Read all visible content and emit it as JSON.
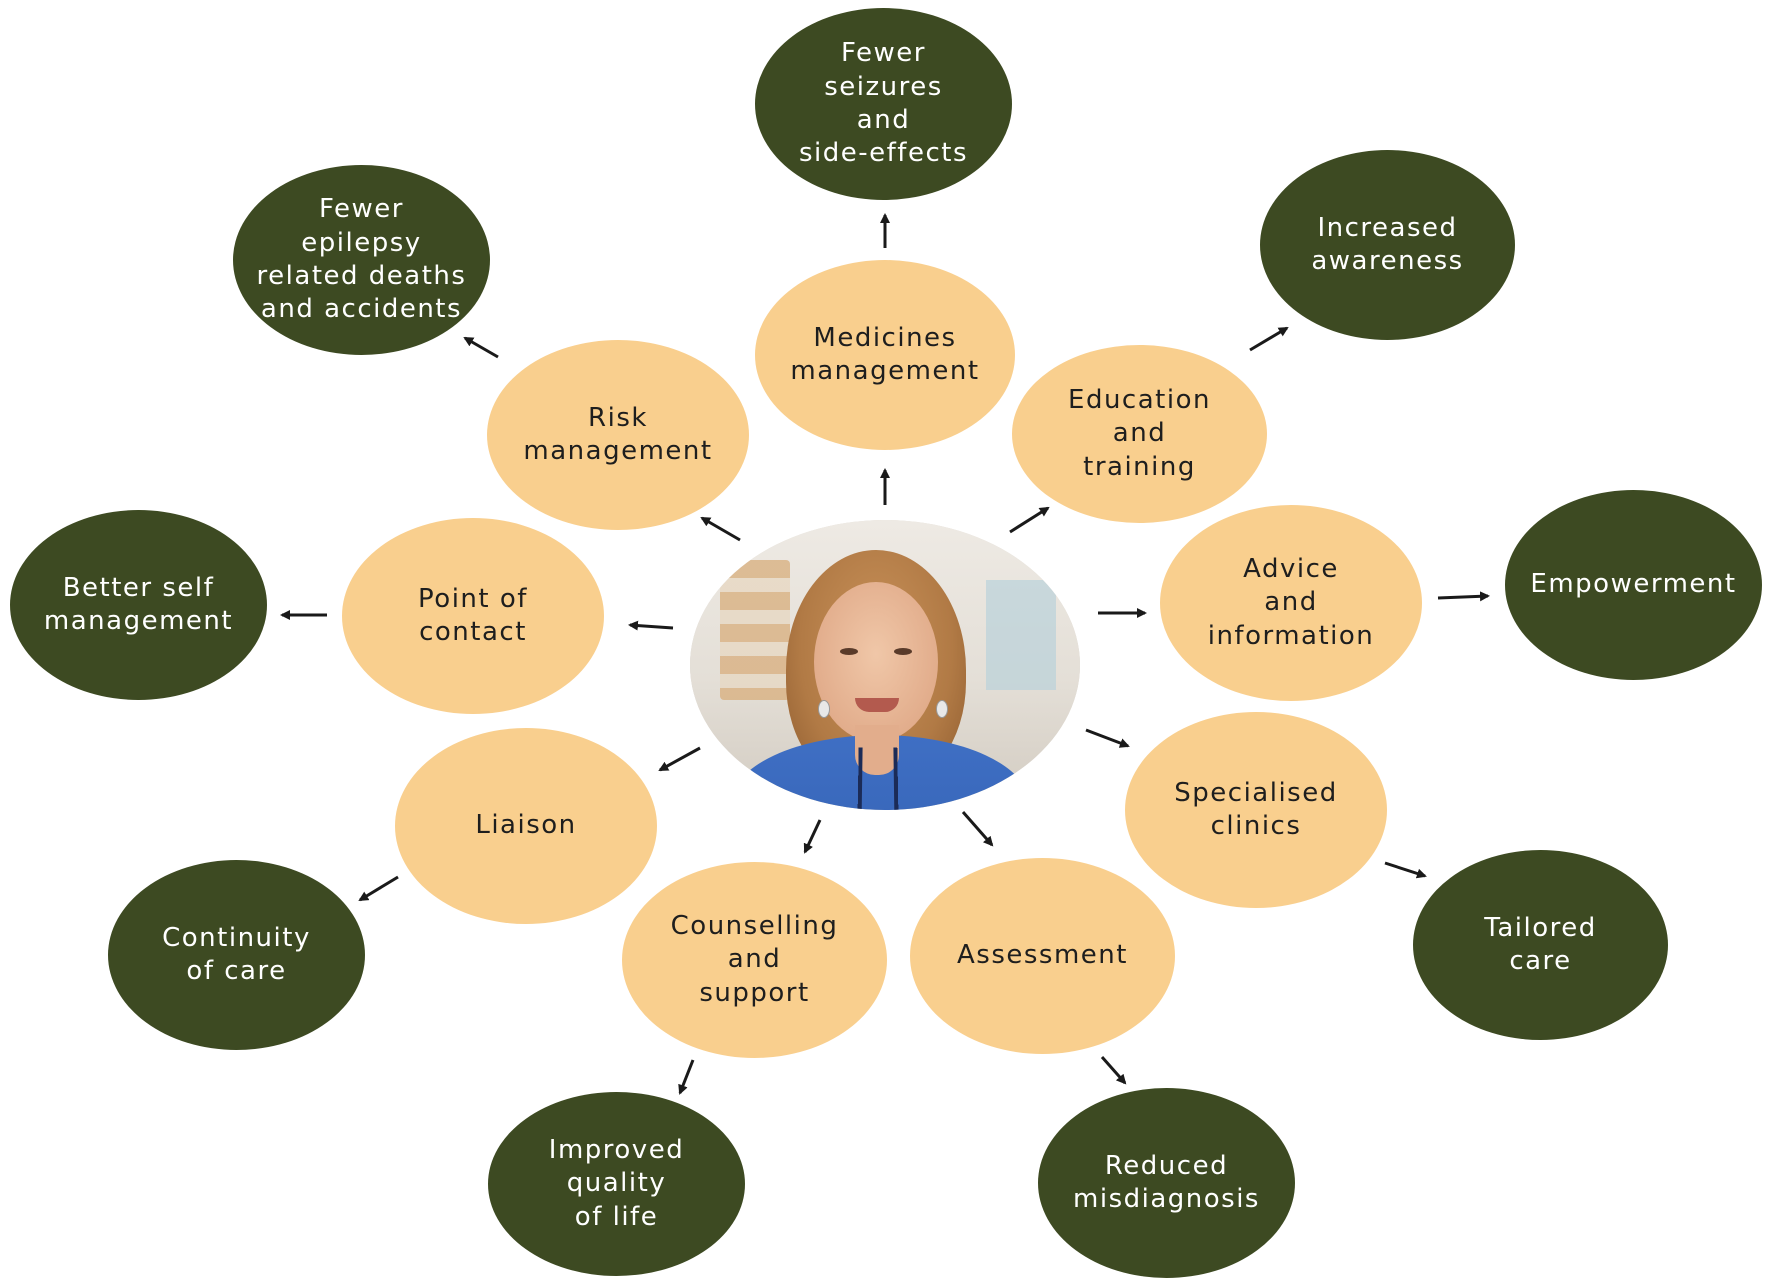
{
  "center_photo": {
    "alt_name": "nurse-portrait"
  },
  "services": [
    {
      "id": "medicines",
      "label": "Medicines\nmanagement"
    },
    {
      "id": "education",
      "label": "Education\nand\ntraining"
    },
    {
      "id": "advice",
      "label": "Advice\nand\ninformation"
    },
    {
      "id": "clinics",
      "label": "Specialised\nclinics"
    },
    {
      "id": "assessment",
      "label": "Assessment"
    },
    {
      "id": "counselling",
      "label": "Counselling\nand\nsupport"
    },
    {
      "id": "liaison",
      "label": "Liaison"
    },
    {
      "id": "contact",
      "label": "Point of\ncontact"
    },
    {
      "id": "risk",
      "label": "Risk\nmanagement"
    }
  ],
  "outcomes": [
    {
      "id": "seizures",
      "label": "Fewer\nseizures\nand\nside-effects"
    },
    {
      "id": "awareness",
      "label": "Increased\nawareness"
    },
    {
      "id": "empowerment",
      "label": "Empowerment"
    },
    {
      "id": "tailored",
      "label": "Tailored\ncare"
    },
    {
      "id": "misdiagnosis",
      "label": "Reduced\nmisdiagnosis"
    },
    {
      "id": "quality",
      "label": "Improved\nquality\nof life"
    },
    {
      "id": "continuity",
      "label": "Continuity\nof care"
    },
    {
      "id": "selfmanagement",
      "label": "Better self\nmanagement"
    },
    {
      "id": "deaths",
      "label": "Fewer\nepilepsy\nrelated deaths\nand accidents"
    }
  ],
  "colors": {
    "outcome": "#3d4a22",
    "service": "#f9cf8e",
    "arrow": "#1a1a1a"
  }
}
